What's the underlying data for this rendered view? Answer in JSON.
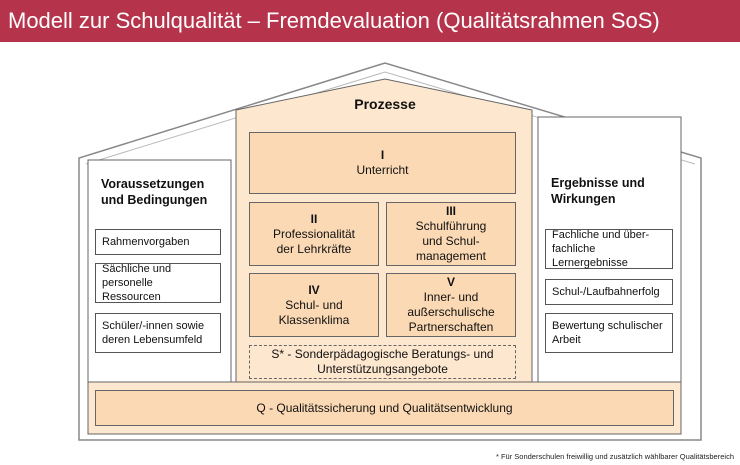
{
  "title": "Modell zur Schulqualität – Fremdevaluation (Qualitätsrahmen SoS)",
  "left": {
    "heading": "Voraussetzungen\nund Bedingungen",
    "items": [
      "Rahmenvorgaben",
      "Sächliche und personelle Ressourcen",
      "Schüler/-innen sowie deren Lebensumfeld"
    ]
  },
  "center": {
    "heading": "Prozesse",
    "areas": [
      {
        "num": "I",
        "text": "Unterricht"
      },
      {
        "num": "II",
        "text": "Professionalität\nder Lehrkräfte"
      },
      {
        "num": "III",
        "text": "Schulführung\nund Schul-\nmanagement"
      },
      {
        "num": "IV",
        "text": "Schul- und\nKlassenklima"
      },
      {
        "num": "V",
        "text": "Inner- und\naußerschulische\nPartnerschaften"
      }
    ],
    "special": "S* - Sonderpädagogische Beratungs- und\nUnterstützungsangebote"
  },
  "right": {
    "heading": "Ergebnisse und\nWirkungen",
    "items": [
      "Fachliche und über-fachliche Lernergebnisse",
      "Schul-/Laufbahnerfolg",
      "Bewertung schulischer Arbeit"
    ]
  },
  "foundation": "Q - Qualitätssicherung und Qualitätsentwicklung",
  "footnote": "* Für Sonderschulen freiwillig und zusätzlich wählbarer Qualitätsbereich",
  "colors": {
    "title_bar": "#b5344b",
    "process_fill": "#fbd9b4",
    "process_light": "#fde7cf"
  }
}
